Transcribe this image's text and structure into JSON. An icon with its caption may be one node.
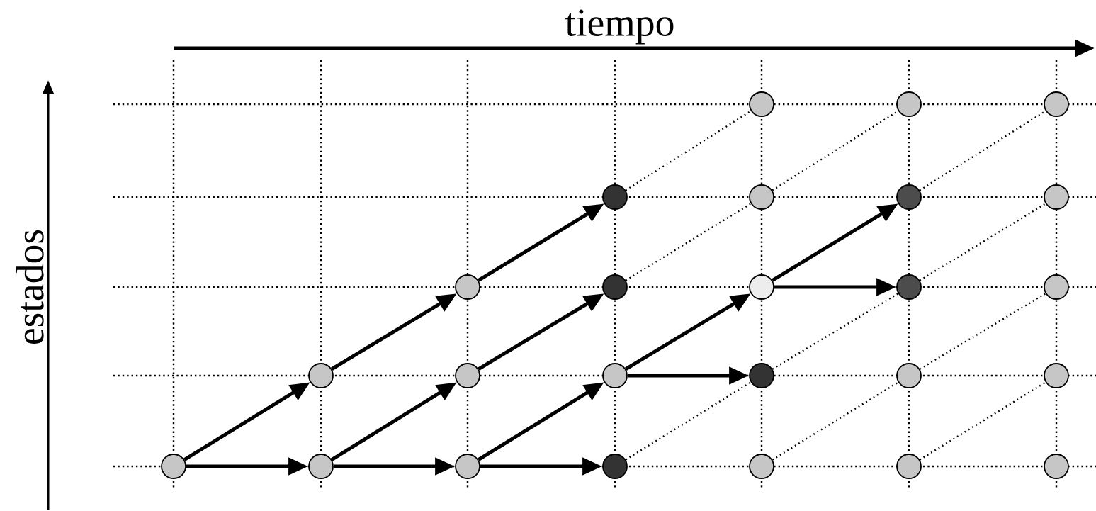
{
  "diagram": {
    "nodes": [
      {
        "text": [],
        "shape": "circle"
      },
      {
        "text": [],
        "shape": "circle"
      },
      {
        "text": [],
        "shape": "circle"
      },
      {
        "text": [],
        "shape": "circle"
      },
      {
        "text": [],
        "shape": "circle"
      },
      {
        "text": [],
        "shape": "circle"
      },
      {
        "text": [],
        "shape": "circle"
      },
      {
        "text": [],
        "shape": "circle"
      },
      {
        "text": [],
        "shape": "circle"
      },
      {
        "text": [],
        "shape": "circle"
      },
      {
        "text": [],
        "shape": "circle"
      },
      {
        "text": [],
        "shape": "circle"
      },
      {
        "text": [],
        "shape": "circle"
      },
      {
        "text": [],
        "shape": "circle"
      },
      {
        "text": [],
        "shape": "circle"
      },
      {
        "text": [],
        "shape": "circle"
      },
      {
        "text": [],
        "shape": "circle"
      },
      {
        "text": [],
        "shape": "circle"
      },
      {
        "text": [],
        "shape": "circle"
      },
      {
        "text": [],
        "shape": "circle"
      },
      {
        "text": [],
        "shape": "circle"
      },
      {
        "text": [],
        "shape": "circle"
      },
      {
        "text": [],
        "shape": "circle"
      },
      {
        "text": [],
        "shape": "circle"
      },
      {
        "text": [],
        "shape": "circle"
      }
    ],
    "edges": [
      {
        "from": 0,
        "to": 2,
        "arrow": "to"
      },
      {
        "from": 2,
        "to": 5,
        "arrow": "to"
      },
      {
        "from": 5,
        "to": 9,
        "arrow": "to"
      },
      {
        "from": 0,
        "to": 1,
        "arrow": "to"
      },
      {
        "from": 1,
        "to": 3,
        "arrow": "to"
      },
      {
        "from": 3,
        "to": 6,
        "arrow": "to"
      },
      {
        "from": 1,
        "to": 4,
        "arrow": "to"
      },
      {
        "from": 4,
        "to": 8,
        "arrow": "to"
      },
      {
        "from": 3,
        "to": 7,
        "arrow": "to"
      },
      {
        "from": 7,
        "to": 12,
        "arrow": "to"
      },
      {
        "from": 12,
        "to": 18,
        "arrow": "to"
      },
      {
        "from": 12,
        "to": 17,
        "arrow": "to"
      },
      {
        "from": 7,
        "to": 11,
        "arrow": "to"
      },
      {
        "from": 9,
        "to": 14,
        "arrow": "none",
        "style": "dashed"
      },
      {
        "from": 8,
        "to": 13,
        "arrow": "none",
        "style": "dashed"
      },
      {
        "from": 13,
        "to": 19,
        "arrow": "none",
        "style": "dashed"
      },
      {
        "from": 18,
        "to": 24,
        "arrow": "none",
        "style": "dashed"
      },
      {
        "from": 6,
        "to": 11,
        "arrow": "none",
        "style": "dashed"
      },
      {
        "from": 11,
        "to": 17,
        "arrow": "none",
        "style": "dashed"
      },
      {
        "from": 17,
        "to": 23,
        "arrow": "none",
        "style": "dashed"
      },
      {
        "from": 10,
        "to": 16,
        "arrow": "none",
        "style": "dashed"
      },
      {
        "from": 16,
        "to": 22,
        "arrow": "none",
        "style": "dashed"
      },
      {
        "from": 15,
        "to": 21,
        "arrow": "none",
        "style": "dashed"
      }
    ],
    "labels": [
      "tiempo",
      "estados"
    ]
  }
}
